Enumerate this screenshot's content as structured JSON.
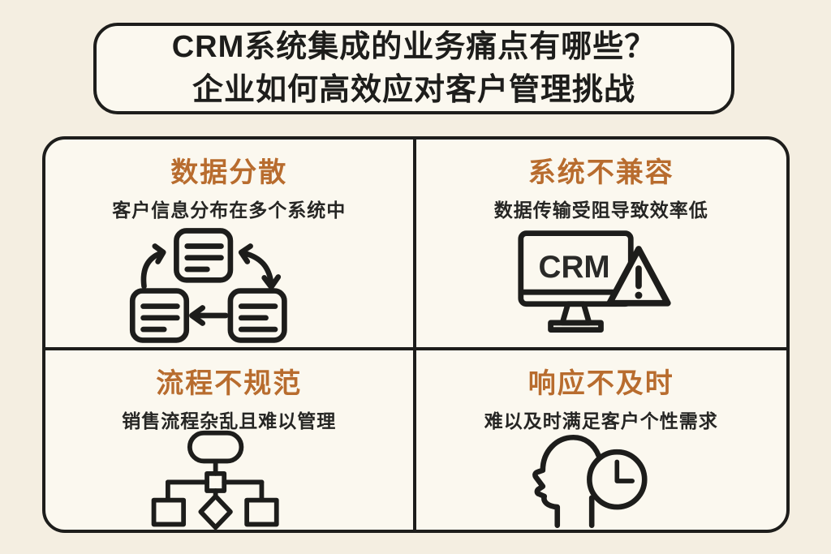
{
  "colors": {
    "bg": "#f4eee1",
    "panel": "#fbf8ef",
    "ink": "#1d1d1b",
    "accent": "#b86c2e"
  },
  "title": {
    "line1": "CRM系统集成的业务痛点有哪些？",
    "line2": "企业如何高效应对客户管理挑战"
  },
  "quadrants": [
    {
      "title": "数据分散",
      "subtitle": "客户信息分布在多个系统中",
      "icon": "documents-sync-icon"
    },
    {
      "title": "系统不兼容",
      "subtitle": "数据传输受阻导致效率低",
      "icon": "crm-monitor-warning-icon",
      "monitor_label": "CRM"
    },
    {
      "title": "流程不规范",
      "subtitle": "销售流程杂乱且难以管理",
      "icon": "flowchart-icon"
    },
    {
      "title": "响应不及时",
      "subtitle": "难以及时满足客户个性需求",
      "icon": "head-clock-icon"
    }
  ]
}
